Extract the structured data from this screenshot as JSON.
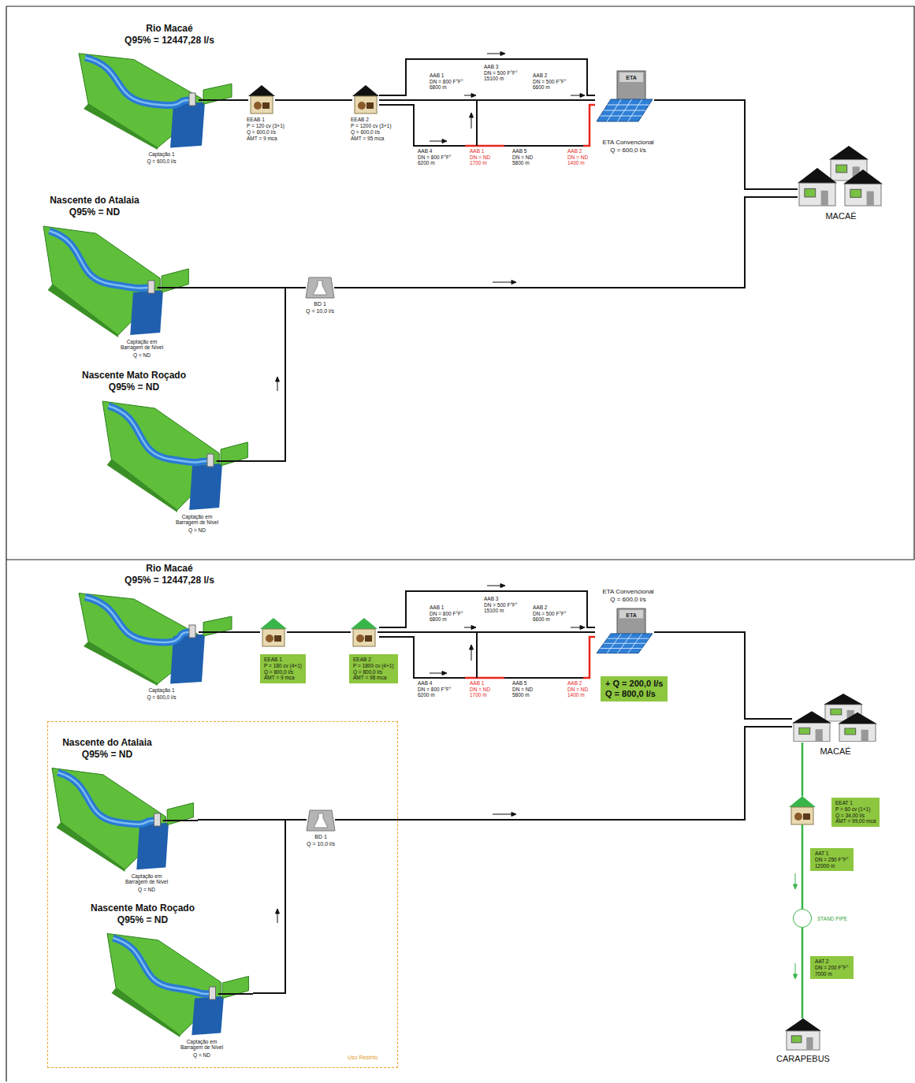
{
  "diagram": {
    "nodes": [
      {
        "text": [
          "Rio Macaé",
          "Q95% = 12447,28 l/s",
          "Captação 1",
          "Q = 600,0 l/s"
        ]
      },
      {
        "text": [
          "EEAB 1",
          "P = 120 cv (3+1)",
          "Q = 600,0 l/s",
          "AMT = 9 mca"
        ]
      },
      {
        "text": [
          "EEAB 2",
          "P = 1200 cv (3+1)",
          "Q = 600,0 l/s",
          "AMT = 95 mca"
        ]
      },
      {
        "text": [
          "ETA",
          "ETA Convencional",
          "Q = 600,0 l/s"
        ]
      },
      {
        "text": [
          "MACAÉ"
        ]
      },
      {
        "text": [
          "Nascente do Atalaia",
          "Q95% = ND",
          "Captação em Barragem de Nível",
          "Q = ND"
        ]
      },
      {
        "text": [
          "BD 1",
          "Q = 10,0 l/s"
        ]
      },
      {
        "text": [
          "Nascente Mato Roçado",
          "Q95% = ND",
          "Captação em Barragem de Nível",
          "Q = ND"
        ]
      },
      {
        "text": [
          "Rio Macaé",
          "Q95% = 12447,28 l/s",
          "Captação 1",
          "Q = 600,0 l/s"
        ]
      },
      {
        "text": [
          "EEAB 1",
          "P = 180 cv (4+1)",
          "Q = 800,0 l/s",
          "AMT = 9 mca"
        ]
      },
      {
        "text": [
          "EEAB 2",
          "P = 1800 cv (4+1)",
          "Q = 800,0 l/s",
          "AMT = 98 mca"
        ]
      },
      {
        "text": [
          "ETA Convencional",
          "Q = 600,0 l/s",
          "ETA"
        ]
      },
      {
        "text": [
          "+ Q = 200,0 l/s",
          "Q = 800,0 l/s"
        ]
      },
      {
        "text": [
          "Uso Restrito"
        ]
      },
      {
        "text": [
          "Nascente do Atalaia",
          "Q95% = ND",
          "Captação em Barragem de Nível",
          "Q = ND"
        ],
        "in": 13
      },
      {
        "text": [
          "BD 1",
          "Q = 10,0 l/s"
        ],
        "in": 13
      },
      {
        "text": [
          "Nascente Mato Roçado",
          "Q95% = ND",
          "Captação em Barragem de Nível",
          "Q = ND"
        ],
        "in": 13
      },
      {
        "text": [
          "MACAÉ"
        ]
      },
      {
        "text": [
          "EEAT 1",
          "P = 60 cv (1+1)",
          "Q = 34,00 l/s",
          "AMT = 99,00 mca"
        ]
      },
      {
        "text": [
          "AAT 1",
          "DN = 250 F°F°",
          "12000 m"
        ]
      },
      {
        "text": [
          "STAND PIPE"
        ]
      },
      {
        "text": [
          "AAT 2",
          "DN = 200 F°F°",
          "7000 m"
        ]
      },
      {
        "text": [
          "CARAPEBUS"
        ]
      }
    ],
    "edges": [
      {
        "from": 0,
        "to": 1,
        "arrow": "none"
      },
      {
        "from": 1,
        "to": 2,
        "arrow": "none"
      },
      {
        "from": 2,
        "to": 3,
        "arrow": "none"
      },
      {
        "from": 3,
        "to": 4,
        "arrow": "none"
      },
      {
        "from": 5,
        "to": 6,
        "arrow": "none"
      },
      {
        "from": 7,
        "to": 6,
        "arrow": "none"
      },
      {
        "from": 6,
        "to": 4,
        "arrow": "none"
      },
      {
        "from": 8,
        "to": 9,
        "arrow": "none"
      },
      {
        "from": 9,
        "to": 10,
        "arrow": "none"
      },
      {
        "from": 10,
        "to": 11,
        "arrow": "none"
      },
      {
        "from": 11,
        "to": 17,
        "arrow": "none"
      },
      {
        "from": 14,
        "to": 15,
        "arrow": "none"
      },
      {
        "from": 16,
        "to": 15,
        "arrow": "none"
      },
      {
        "from": 15,
        "to": 17,
        "arrow": "none"
      },
      {
        "from": 17,
        "to": 18,
        "arrow": "none"
      },
      {
        "from": 18,
        "to": 20,
        "arrow": "none"
      },
      {
        "from": 20,
        "to": 22,
        "arrow": "none"
      }
    ],
    "labels": [
      "AAB 1",
      "DN = 800 F°F°",
      "6800 m",
      "AAB 3",
      "DN = 500 F°F°",
      "15100 m",
      "AAB 2",
      "DN = 500 F°F°",
      "6600 m",
      "AAB 4",
      "DN = 800 F°F°",
      "6200 m",
      "AAB 1",
      "DN = ND",
      "1700 m",
      "AAB 5",
      "DN = ND",
      "5800 m",
      "AAB 2",
      "DN = ND",
      "1400 m",
      "AAB 1",
      "DN = 800 F°F°",
      "6800 m",
      "AAB 3",
      "DN = 500 F°F°",
      "15100 m",
      "AAB 2",
      "DN = 500 F°F°",
      "6600 m",
      "AAB 4",
      "DN = 800 F°F°",
      "6200 m",
      "AAB 1",
      "DN = ND",
      "1700 m",
      "AAB 5",
      "DN = ND",
      "5800 m",
      "AAB 2",
      "DN = ND",
      "1400 m"
    ]
  }
}
